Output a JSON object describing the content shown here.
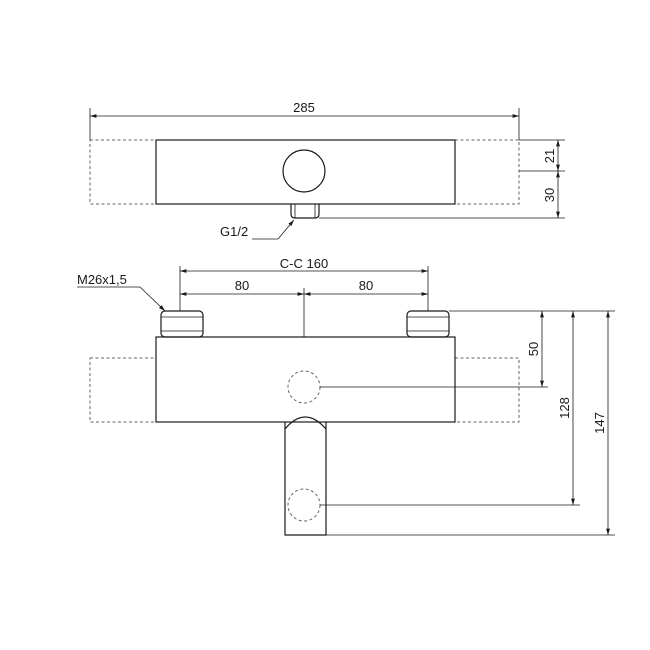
{
  "dimensions": {
    "overall_width": "285",
    "depth_upper": "21",
    "depth_lower": "30",
    "inlet_thread": "G1/2",
    "connection_thread": "M26x1,5",
    "centre_to_centre": "C-C 160",
    "half_left": "80",
    "half_right": "80",
    "height_to_control": "50",
    "height_to_outlet": "128",
    "overall_height": "147"
  },
  "colors": {
    "line": "#1a1a1a",
    "hidden_line": "#666666",
    "background": "#ffffff"
  }
}
